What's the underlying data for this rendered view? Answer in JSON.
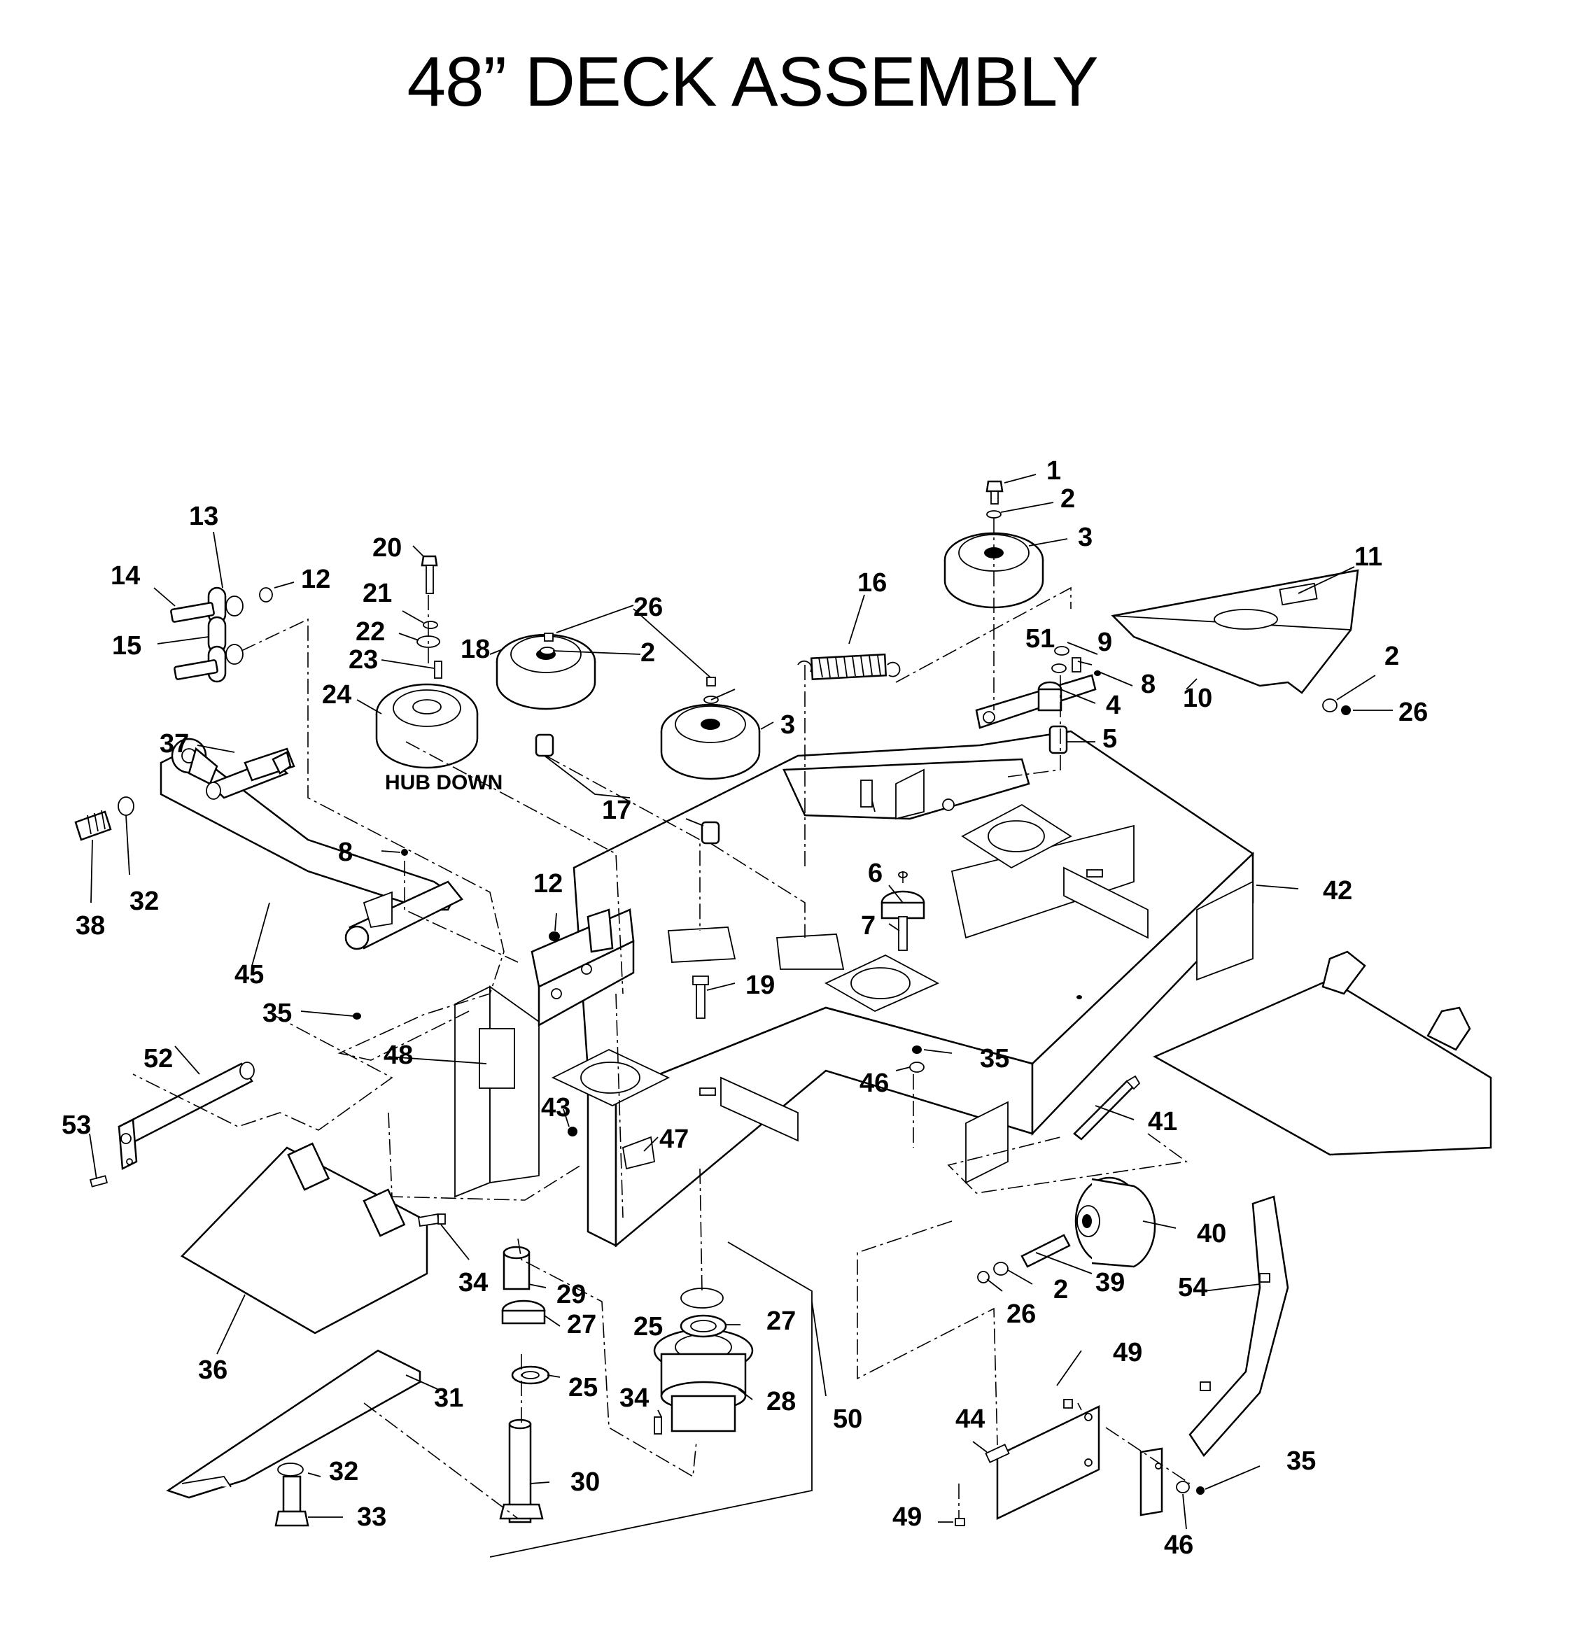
{
  "title": "48” DECK ASSEMBLY",
  "annotations": {
    "hub_down": "HUB DOWN"
  },
  "callouts": [
    {
      "id": "c1",
      "label": "1"
    },
    {
      "id": "c2a",
      "label": "2"
    },
    {
      "id": "c3a",
      "label": "3"
    },
    {
      "id": "c11",
      "label": "11"
    },
    {
      "id": "c16",
      "label": "16"
    },
    {
      "id": "c51",
      "label": "51"
    },
    {
      "id": "c9",
      "label": "9"
    },
    {
      "id": "c2b",
      "label": "2"
    },
    {
      "id": "c8a",
      "label": "8"
    },
    {
      "id": "c10",
      "label": "10"
    },
    {
      "id": "c26a",
      "label": "26"
    },
    {
      "id": "c4",
      "label": "4"
    },
    {
      "id": "c5",
      "label": "5"
    },
    {
      "id": "c13",
      "label": "13"
    },
    {
      "id": "c14",
      "label": "14"
    },
    {
      "id": "c12a",
      "label": "12"
    },
    {
      "id": "c15",
      "label": "15"
    },
    {
      "id": "c20",
      "label": "20"
    },
    {
      "id": "c21",
      "label": "21"
    },
    {
      "id": "c22",
      "label": "22"
    },
    {
      "id": "c23",
      "label": "23"
    },
    {
      "id": "c18",
      "label": "18"
    },
    {
      "id": "c24",
      "label": "24"
    },
    {
      "id": "c26b",
      "label": "26"
    },
    {
      "id": "c2c",
      "label": "2"
    },
    {
      "id": "c3b",
      "label": "3"
    },
    {
      "id": "c17",
      "label": "17"
    },
    {
      "id": "c37",
      "label": "37"
    },
    {
      "id": "c8b",
      "label": "8"
    },
    {
      "id": "c12b",
      "label": "12"
    },
    {
      "id": "c6",
      "label": "6"
    },
    {
      "id": "c7",
      "label": "7"
    },
    {
      "id": "c42",
      "label": "42"
    },
    {
      "id": "c38",
      "label": "38"
    },
    {
      "id": "c32a",
      "label": "32"
    },
    {
      "id": "c45",
      "label": "45"
    },
    {
      "id": "c19",
      "label": "19"
    },
    {
      "id": "c35a",
      "label": "35"
    },
    {
      "id": "c52",
      "label": "52"
    },
    {
      "id": "c48",
      "label": "48"
    },
    {
      "id": "c35b",
      "label": "35"
    },
    {
      "id": "c46a",
      "label": "46"
    },
    {
      "id": "c53",
      "label": "53"
    },
    {
      "id": "c43",
      "label": "43"
    },
    {
      "id": "c47",
      "label": "47"
    },
    {
      "id": "c41",
      "label": "41"
    },
    {
      "id": "c34a",
      "label": "34"
    },
    {
      "id": "c29",
      "label": "29"
    },
    {
      "id": "c27a",
      "label": "27"
    },
    {
      "id": "c25a",
      "label": "25"
    },
    {
      "id": "c27b",
      "label": "27"
    },
    {
      "id": "c40",
      "label": "40"
    },
    {
      "id": "c39",
      "label": "39"
    },
    {
      "id": "c2d",
      "label": "2"
    },
    {
      "id": "c26c",
      "label": "26"
    },
    {
      "id": "c54",
      "label": "54"
    },
    {
      "id": "c36",
      "label": "36"
    },
    {
      "id": "c31",
      "label": "31"
    },
    {
      "id": "c25b",
      "label": "25"
    },
    {
      "id": "c34b",
      "label": "34"
    },
    {
      "id": "c28",
      "label": "28"
    },
    {
      "id": "c50",
      "label": "50"
    },
    {
      "id": "c49a",
      "label": "49"
    },
    {
      "id": "c44",
      "label": "44"
    },
    {
      "id": "c32b",
      "label": "32"
    },
    {
      "id": "c30",
      "label": "30"
    },
    {
      "id": "c33",
      "label": "33"
    },
    {
      "id": "c49b",
      "label": "49"
    },
    {
      "id": "c35c",
      "label": "35"
    },
    {
      "id": "c46b",
      "label": "46"
    }
  ]
}
